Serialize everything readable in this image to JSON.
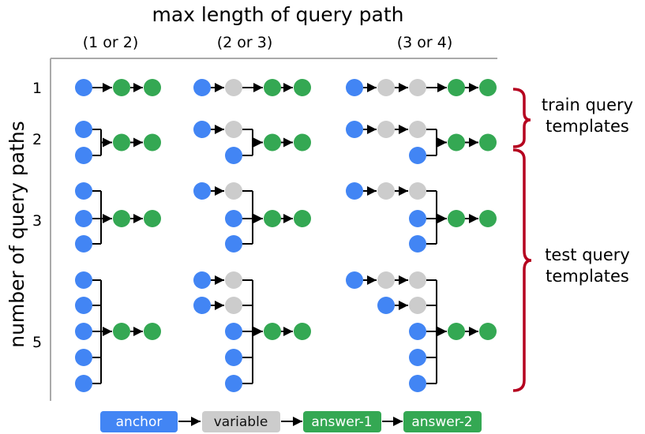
{
  "header": {
    "title": "max length of query path",
    "columns": [
      "(1 or 2)",
      "(2 or 3)",
      "(3 or 4)"
    ]
  },
  "yaxis": {
    "title": "number of query paths",
    "rows": [
      "1",
      "2",
      "3",
      "5"
    ]
  },
  "groups": {
    "train": {
      "line1": "train query",
      "line2": "templates"
    },
    "test": {
      "line1": "test query",
      "line2": "templates"
    }
  },
  "colors": {
    "anchor": "#4285f4",
    "variable": "#cccccc",
    "answer": "#34a853",
    "brace": "#b5001f",
    "axis": "#aaaaaa",
    "edge": "#000000"
  },
  "legend": [
    {
      "label": "anchor",
      "type": "anchor"
    },
    {
      "label": "variable",
      "type": "variable"
    },
    {
      "label": "answer-1",
      "type": "answer"
    },
    {
      "label": "answer-2",
      "type": "answer"
    }
  ],
  "templates": [
    {
      "row": "1",
      "col": "(1 or 2)",
      "paths": [
        [
          "anchor"
        ]
      ]
    },
    {
      "row": "1",
      "col": "(2 or 3)",
      "paths": [
        [
          "anchor",
          "variable"
        ]
      ]
    },
    {
      "row": "1",
      "col": "(3 or 4)",
      "paths": [
        [
          "anchor",
          "variable",
          "variable"
        ]
      ]
    },
    {
      "row": "2",
      "col": "(1 or 2)",
      "paths": [
        [
          "anchor"
        ],
        [
          "anchor"
        ]
      ]
    },
    {
      "row": "2",
      "col": "(2 or 3)",
      "paths": [
        [
          "anchor",
          "variable"
        ],
        [
          "anchor"
        ]
      ]
    },
    {
      "row": "2",
      "col": "(3 or 4)",
      "paths": [
        [
          "anchor",
          "variable",
          "variable"
        ],
        [
          "anchor"
        ]
      ]
    },
    {
      "row": "3",
      "col": "(1 or 2)",
      "paths": [
        [
          "anchor"
        ],
        [
          "anchor"
        ],
        [
          "anchor"
        ]
      ]
    },
    {
      "row": "3",
      "col": "(2 or 3)",
      "paths": [
        [
          "anchor",
          "variable"
        ],
        [
          "anchor"
        ],
        [
          "anchor"
        ]
      ]
    },
    {
      "row": "3",
      "col": "(3 or 4)",
      "paths": [
        [
          "anchor",
          "variable",
          "variable"
        ],
        [
          "anchor"
        ],
        [
          "anchor"
        ]
      ]
    },
    {
      "row": "5",
      "col": "(1 or 2)",
      "paths": [
        [
          "anchor"
        ],
        [
          "anchor"
        ],
        [
          "anchor"
        ],
        [
          "anchor"
        ],
        [
          "anchor"
        ]
      ]
    },
    {
      "row": "5",
      "col": "(2 or 3)",
      "paths": [
        [
          "anchor",
          "variable"
        ],
        [
          "anchor",
          "variable"
        ],
        [
          "anchor"
        ],
        [
          "anchor"
        ],
        [
          "anchor"
        ]
      ]
    },
    {
      "row": "5",
      "col": "(3 or 4)",
      "paths": [
        [
          "anchor",
          "variable",
          "variable"
        ],
        [
          "anchor",
          "variable"
        ],
        [
          "anchor"
        ],
        [
          "anchor"
        ],
        [
          "anchor"
        ]
      ]
    }
  ]
}
